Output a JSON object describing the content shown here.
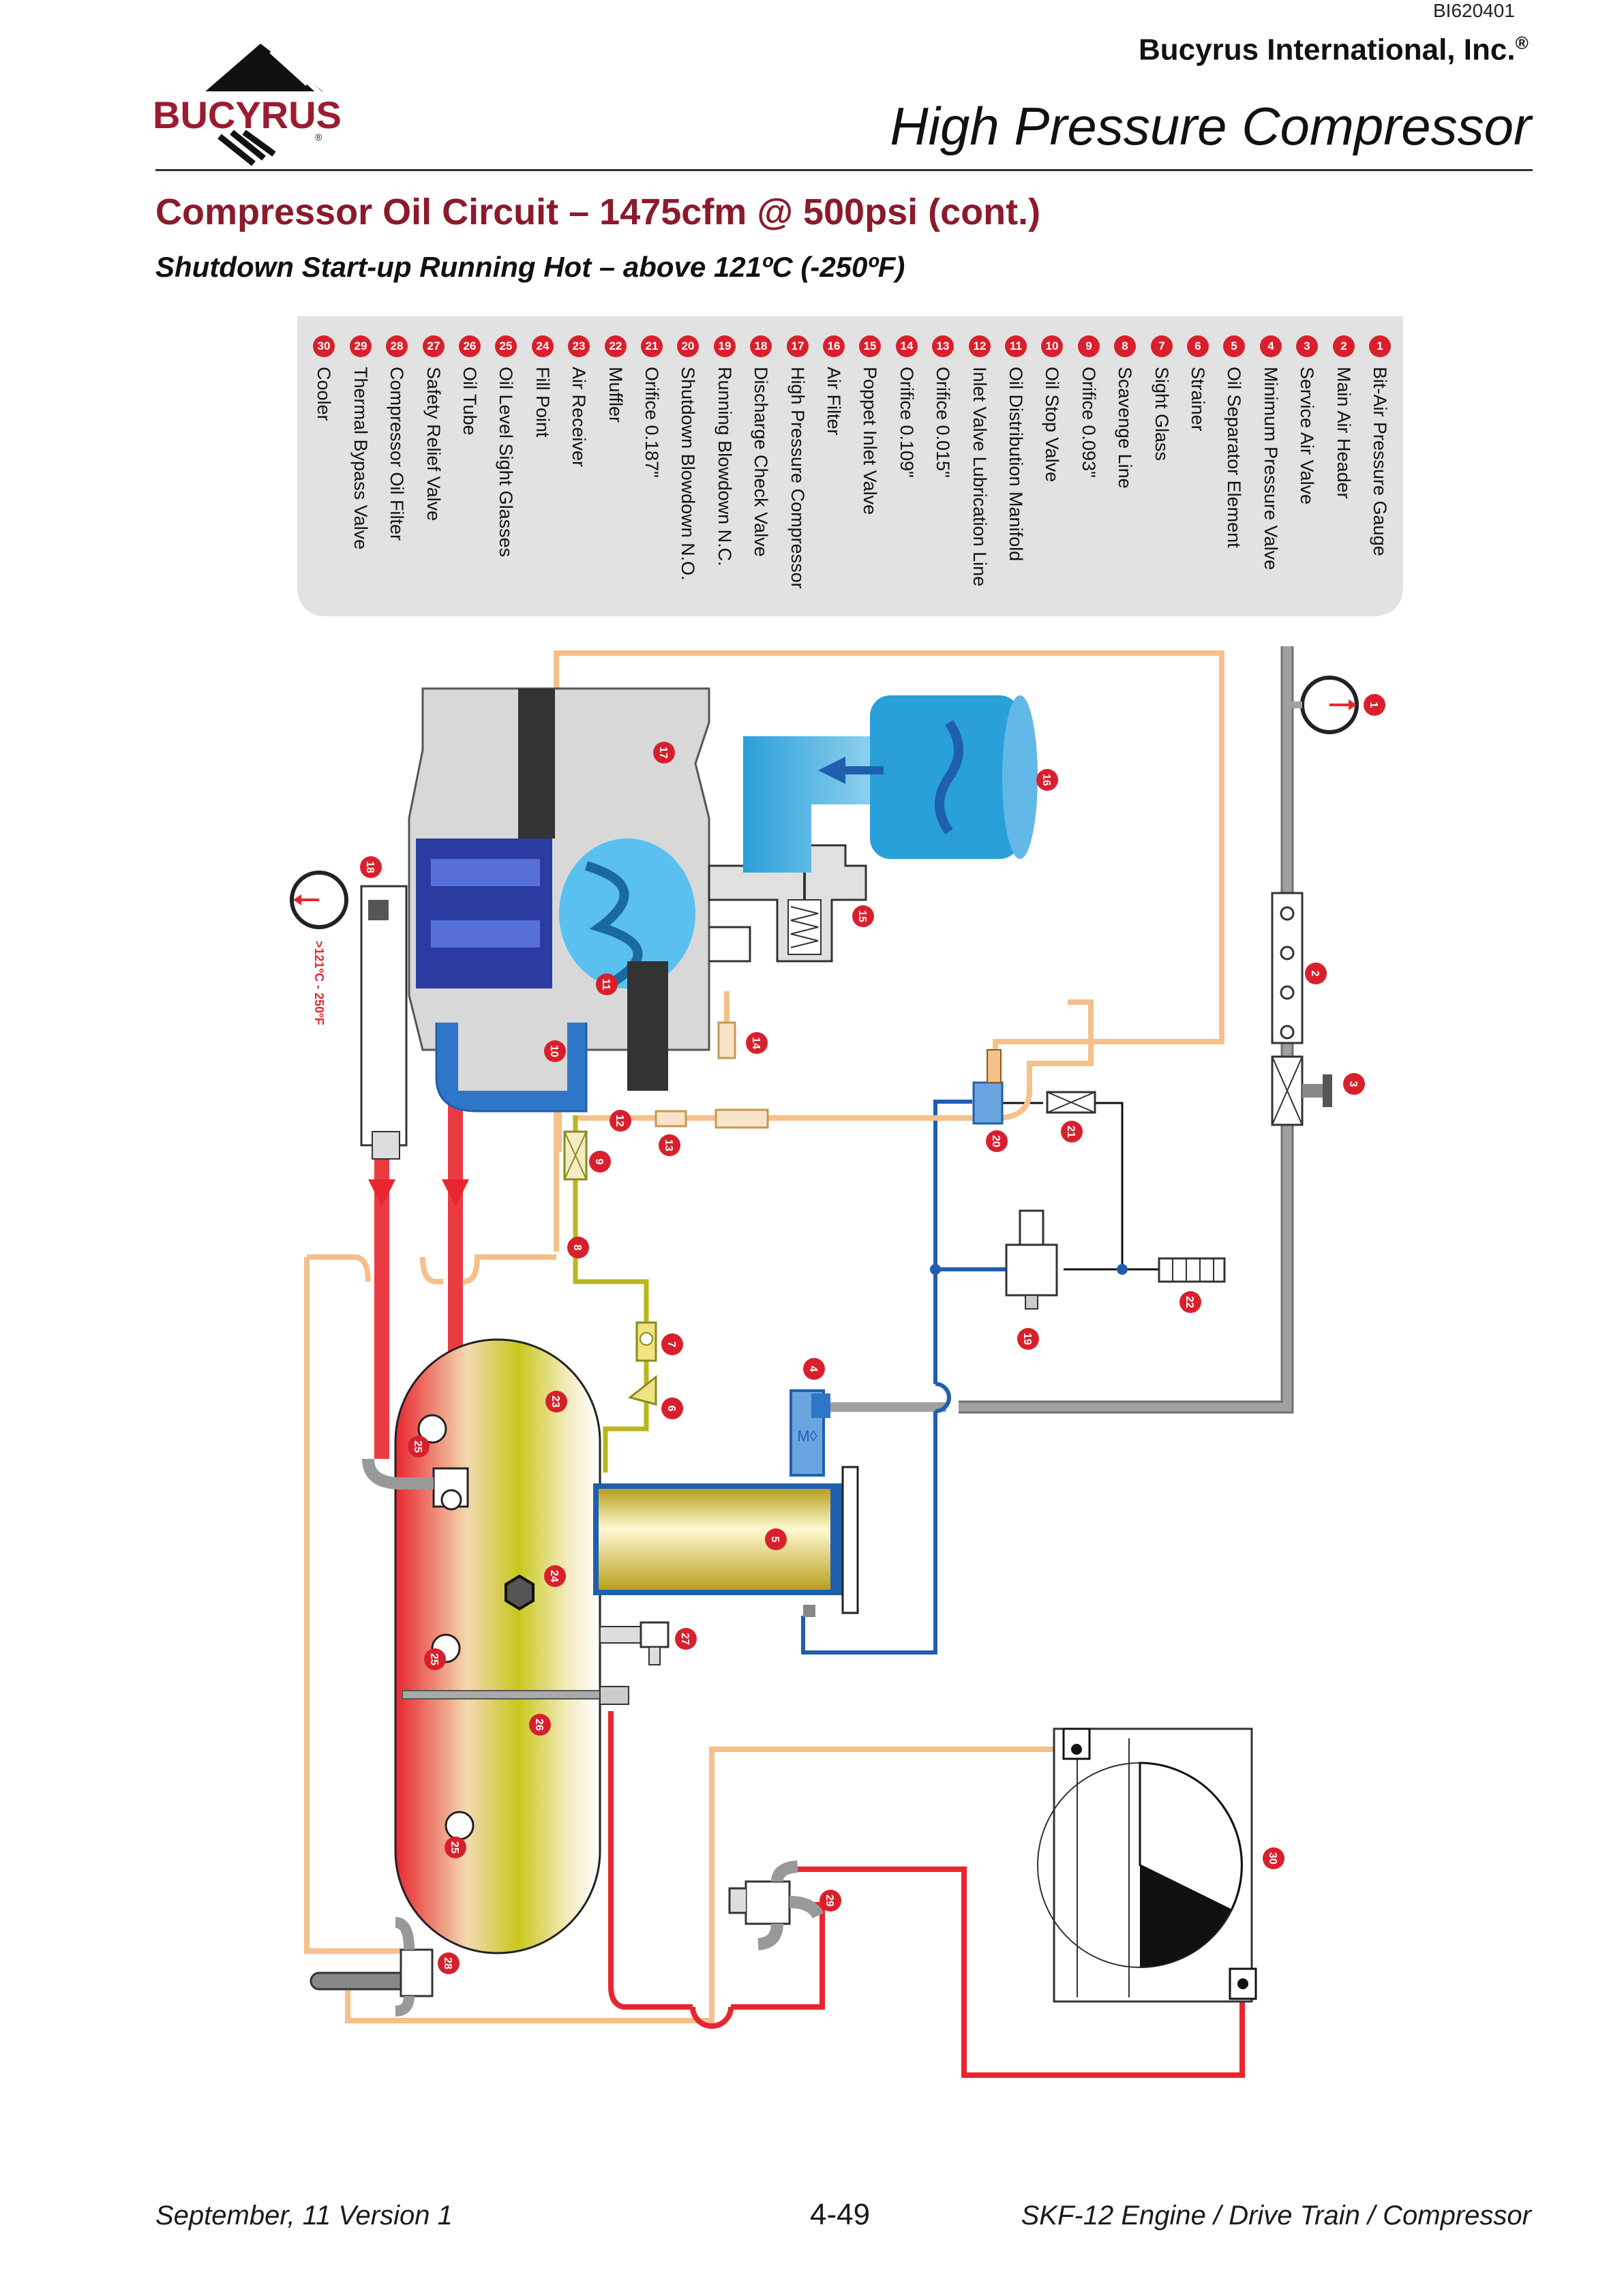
{
  "header": {
    "doc_id": "BI620401",
    "company": "Bucyrus International, Inc.",
    "company_mark": "®",
    "page_title": "High Pressure Compressor",
    "logo_text": "BUCYRUS",
    "logo_mark": "®"
  },
  "section": {
    "title": "Compressor Oil Circuit – 1475cfm @ 500psi (cont.)",
    "subtitle": "Shutdown Start-up Running Hot – above 121ºC (-250ºF)"
  },
  "legend": [
    {
      "num": "1",
      "label": "Bit-Air Pressure Gauge"
    },
    {
      "num": "2",
      "label": "Main Air Header"
    },
    {
      "num": "3",
      "label": "Service Air Valve"
    },
    {
      "num": "4",
      "label": "Minimum Pressure Valve"
    },
    {
      "num": "5",
      "label": "Oil Separator Element"
    },
    {
      "num": "6",
      "label": "Strainer"
    },
    {
      "num": "7",
      "label": "Sight Glass"
    },
    {
      "num": "8",
      "label": "Scavenge Line"
    },
    {
      "num": "9",
      "label": "Orifice 0.093\""
    },
    {
      "num": "10",
      "label": "Oil Stop Valve"
    },
    {
      "num": "11",
      "label": "Oil Distribution Manifold"
    },
    {
      "num": "12",
      "label": "Inlet Valve Lubrication Line"
    },
    {
      "num": "13",
      "label": "Orifice 0.015\""
    },
    {
      "num": "14",
      "label": "Orifice 0.109\""
    },
    {
      "num": "15",
      "label": "Poppet Inlet Valve"
    },
    {
      "num": "16",
      "label": "Air Filter"
    },
    {
      "num": "17",
      "label": "High Pressure Compressor"
    },
    {
      "num": "18",
      "label": "Discharge Check Valve"
    },
    {
      "num": "19",
      "label": "Running Blowdown N.C."
    },
    {
      "num": "20",
      "label": "Shutdown Blowdown N.O."
    },
    {
      "num": "21",
      "label": "Orifice 0.187\""
    },
    {
      "num": "22",
      "label": "Muffler"
    },
    {
      "num": "23",
      "label": "Air Receiver"
    },
    {
      "num": "24",
      "label": "Fill Point"
    },
    {
      "num": "25",
      "label": "Oil Level Sight Glasses"
    },
    {
      "num": "26",
      "label": "Oil Tube"
    },
    {
      "num": "27",
      "label": "Safety Relief Valve"
    },
    {
      "num": "28",
      "label": "Compressor Oil Filter"
    },
    {
      "num": "29",
      "label": "Thermal Bypass Valve"
    },
    {
      "num": "30",
      "label": "Cooler"
    }
  ],
  "diagram": {
    "temp_label": ">121ºC - 250ºF",
    "callouts": {
      "c1": "1",
      "c2": "2",
      "c3": "3",
      "c4": "4",
      "c5": "5",
      "c6": "6",
      "c7": "7",
      "c8": "8",
      "c9": "9",
      "c10": "10",
      "c11": "11",
      "c12": "12",
      "c13": "13",
      "c14": "14",
      "c15": "15",
      "c16": "16",
      "c17": "17",
      "c18": "18",
      "c19": "19",
      "c20": "20",
      "c21": "21",
      "c22": "22",
      "c23": "23",
      "c24": "24",
      "c25a": "25",
      "c25b": "25",
      "c25c": "25",
      "c26": "26",
      "c27": "27",
      "c28": "28",
      "c29": "29",
      "c30": "30"
    },
    "colors": {
      "hot_oil": "#e8262f",
      "oil_line": "#f5c08a",
      "scavenge_line": "#b8b81e",
      "air_line": "#a0a0a0",
      "control_line": "#1f5fae",
      "callout": "#d8202c"
    }
  },
  "footer": {
    "date": "September, 11 Version 1",
    "page": "4-49",
    "section": "SKF-12 Engine / Drive Train / Compressor"
  }
}
